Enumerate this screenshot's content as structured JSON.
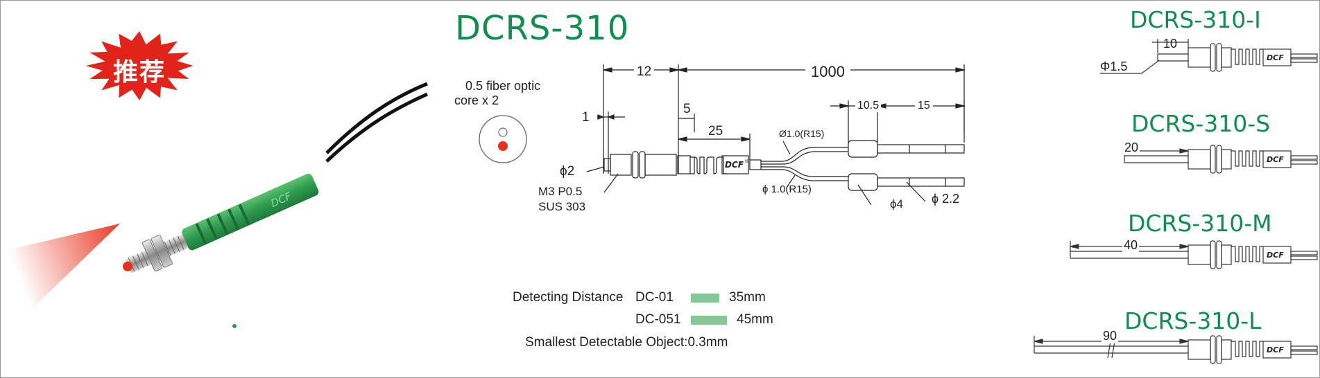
{
  "badge": {
    "text": "推荐"
  },
  "product": {
    "model": "DCRS-310"
  },
  "fiber_label": {
    "line1": "0.5 fiber optic",
    "line2": "core x 2"
  },
  "brand": {
    "mark": "DCF",
    "reg": "®"
  },
  "dimensions": {
    "head_length": "12",
    "total_length": "1000",
    "tip_length": "1",
    "thread_length": "5",
    "body_length": "25",
    "tip_dia": "ϕ2",
    "thread_spec": "M3 P0.5",
    "material": "SUS  303",
    "sleeve_length": "10.5",
    "end_length": "15",
    "fiber_dia_top": "Ø1.0(R15)",
    "fiber_dia_bottom": "ϕ 1.0(R15)",
    "sleeve_dia": "ϕ4",
    "end_dia": "ϕ 2.2"
  },
  "specs": {
    "detecting_label": "Detecting  Distance",
    "rows": [
      {
        "model": "DC-01",
        "value": "35mm",
        "bar_fraction": 0.78
      },
      {
        "model": "DC-051",
        "value": "45mm",
        "bar_fraction": 1.0
      }
    ],
    "smallest": "Smallest Detectable Object:0.3mm"
  },
  "variants": [
    {
      "name": "DCRS-310-I",
      "length": "10",
      "extra": "Φ1.5"
    },
    {
      "name": "DCRS-310-S",
      "length": "20"
    },
    {
      "name": "DCRS-310-M",
      "length": "40"
    },
    {
      "name": "DCRS-310-L",
      "length": "90"
    }
  ],
  "colors": {
    "accent": "#0f8f4e",
    "badge": "#e2231a",
    "sheath": "#2d9a4e",
    "bar": "#86c797",
    "light": "#e8301c"
  }
}
